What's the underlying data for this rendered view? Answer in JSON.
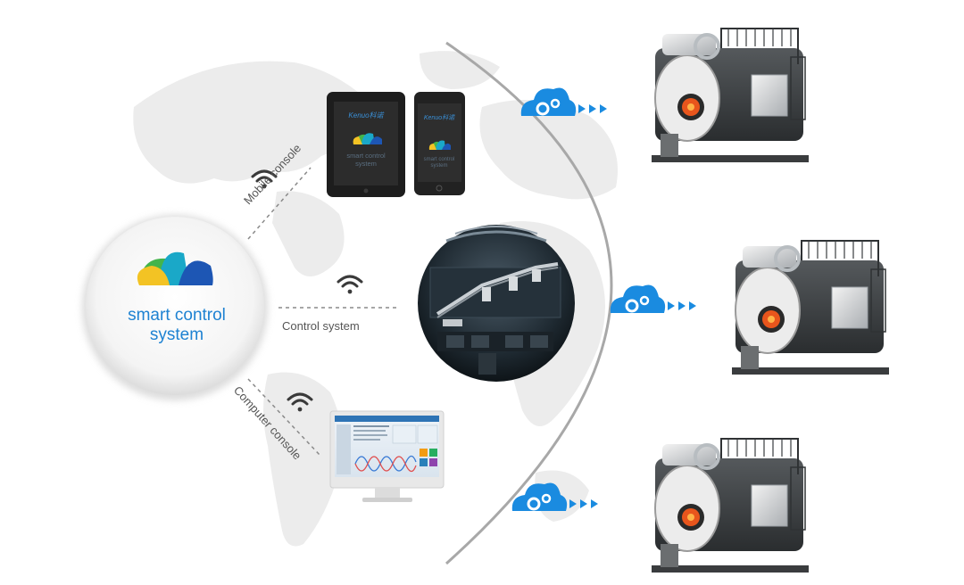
{
  "hub": {
    "line1": "smart control",
    "line2": "system"
  },
  "links": {
    "mobile": "Mobile console",
    "control": "Control system",
    "computer": "Computer console"
  },
  "devices": {
    "brand": "Kenuo科诺",
    "screen_line1": "smart control",
    "screen_line2": "system"
  },
  "boiler_count": 3,
  "colors": {
    "accent": "#1e82d2",
    "cloud": "#1a8be0",
    "hub_leaf_yellow": "#f3c324",
    "hub_leaf_green": "#43b44b",
    "hub_leaf_teal": "#1aa8c8",
    "hub_leaf_blue": "#1d56b4"
  }
}
